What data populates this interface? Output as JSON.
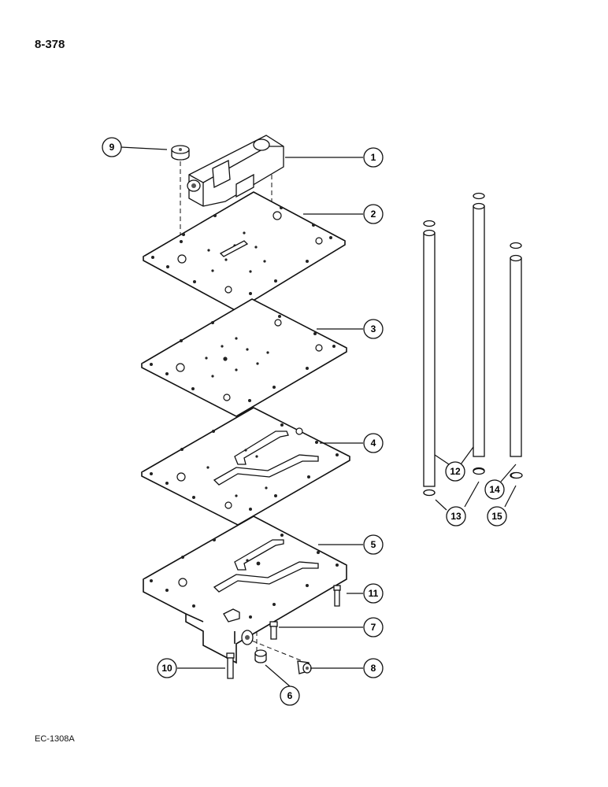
{
  "header": {
    "page_number": "8-378"
  },
  "footer": {
    "figure_code": "EC-1308A"
  },
  "callouts": [
    {
      "id": "c1",
      "label": "1"
    },
    {
      "id": "c2",
      "label": "2"
    },
    {
      "id": "c3",
      "label": "3"
    },
    {
      "id": "c4",
      "label": "4"
    },
    {
      "id": "c5",
      "label": "5"
    },
    {
      "id": "c6",
      "label": "6"
    },
    {
      "id": "c7",
      "label": "7"
    },
    {
      "id": "c8",
      "label": "8"
    },
    {
      "id": "c9",
      "label": "9"
    },
    {
      "id": "c10",
      "label": "10"
    },
    {
      "id": "c11",
      "label": "11"
    },
    {
      "id": "c12",
      "label": "12"
    },
    {
      "id": "c13",
      "label": "13"
    },
    {
      "id": "c14",
      "label": "14"
    },
    {
      "id": "c15",
      "label": "15"
    }
  ]
}
